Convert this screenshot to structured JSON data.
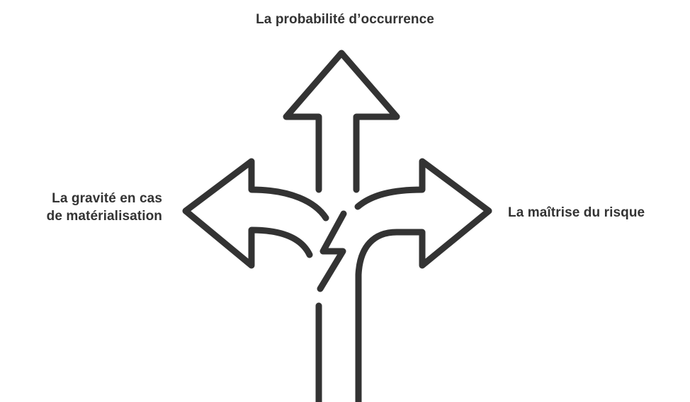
{
  "labels": {
    "top": "La probabilité d’occurrence",
    "left_line1": "La gravité en cas",
    "left_line2": "de matérialisation",
    "right": "La maîtrise du risque"
  },
  "colors": {
    "stroke": "#333333",
    "text": "#333333",
    "background": "#ffffff"
  }
}
